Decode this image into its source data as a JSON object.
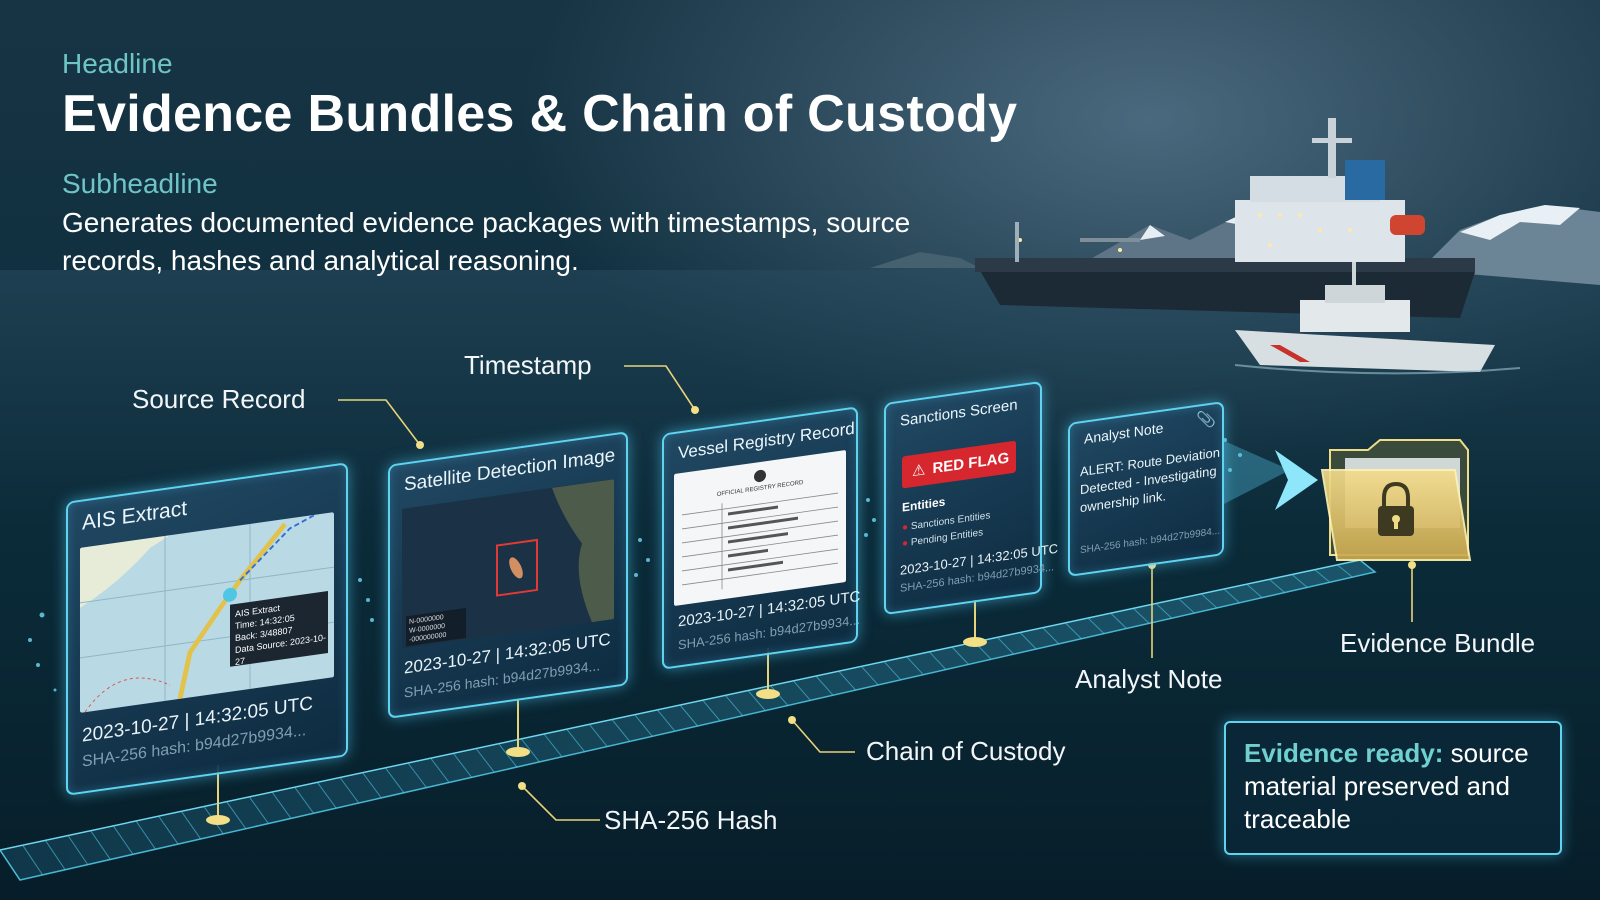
{
  "header": {
    "headline_label": "Headline",
    "title": "Evidence Bundles & Chain of Custody",
    "subheadline_label": "Subheadline",
    "subtitle": "Generates documented evidence packages with timestamps, source records, hashes and analytical reasoning."
  },
  "cards": {
    "ais": {
      "title": "AIS Extract",
      "timestamp": "2023-10-27 | 14:32:05 UTC",
      "hash": "SHA-256 hash: b94d27b9934...",
      "popup_title": "AIS Extract",
      "popup_lines": [
        "Time: 14:32:05",
        "Back: 3/48807",
        "Data Source: 2023-10-27"
      ]
    },
    "satellite": {
      "title": "Satellite Detection Image",
      "timestamp": "2023-10-27 | 14:32:05 UTC",
      "hash": "SHA-256 hash: b94d27b9934...",
      "overlay_lines": [
        "N-0000000",
        "W-0000000",
        "-000000000"
      ]
    },
    "registry": {
      "title": "Vessel Registry Record",
      "timestamp": "2023-10-27 | 14:32:05 UTC",
      "hash": "SHA-256 hash: b94d27b9934...",
      "doc_header": "OFFICIAL REGISTRY RECORD"
    },
    "sanctions": {
      "title": "Sanctions Screen",
      "flag": "RED FLAG",
      "entities_label": "Entities",
      "entities": [
        "Sanctions Entities",
        "Pending Entities"
      ],
      "timestamp": "2023-10-27 | 14:32:05 UTC",
      "hash": "SHA-256 hash: b94d27b9934..."
    },
    "analyst": {
      "title": "Analyst Note",
      "text": "ALERT: Route Deviation Detected - Investigating ownership link.",
      "hash": "SHA-256 hash: b94d27b9984..."
    }
  },
  "callouts": {
    "source_record": "Source Record",
    "timestamp": "Timestamp",
    "chain_of_custody": "Chain of Custody",
    "sha_hash": "SHA-256 Hash",
    "analyst_note": "Analyst Note",
    "evidence_bundle": "Evidence Bundle"
  },
  "status": {
    "ready_label": "Evidence ready:",
    "ready_text": "source material preserved and traceable"
  },
  "colors": {
    "accent": "#5fd3f0",
    "teal_label": "#6fc5c3",
    "flag_red": "#d6262e",
    "folder_gold": "#e8cf7a"
  },
  "icons": [
    "lock-icon",
    "folder-icon",
    "warning-icon",
    "paperclip-icon",
    "crest-icon"
  ]
}
